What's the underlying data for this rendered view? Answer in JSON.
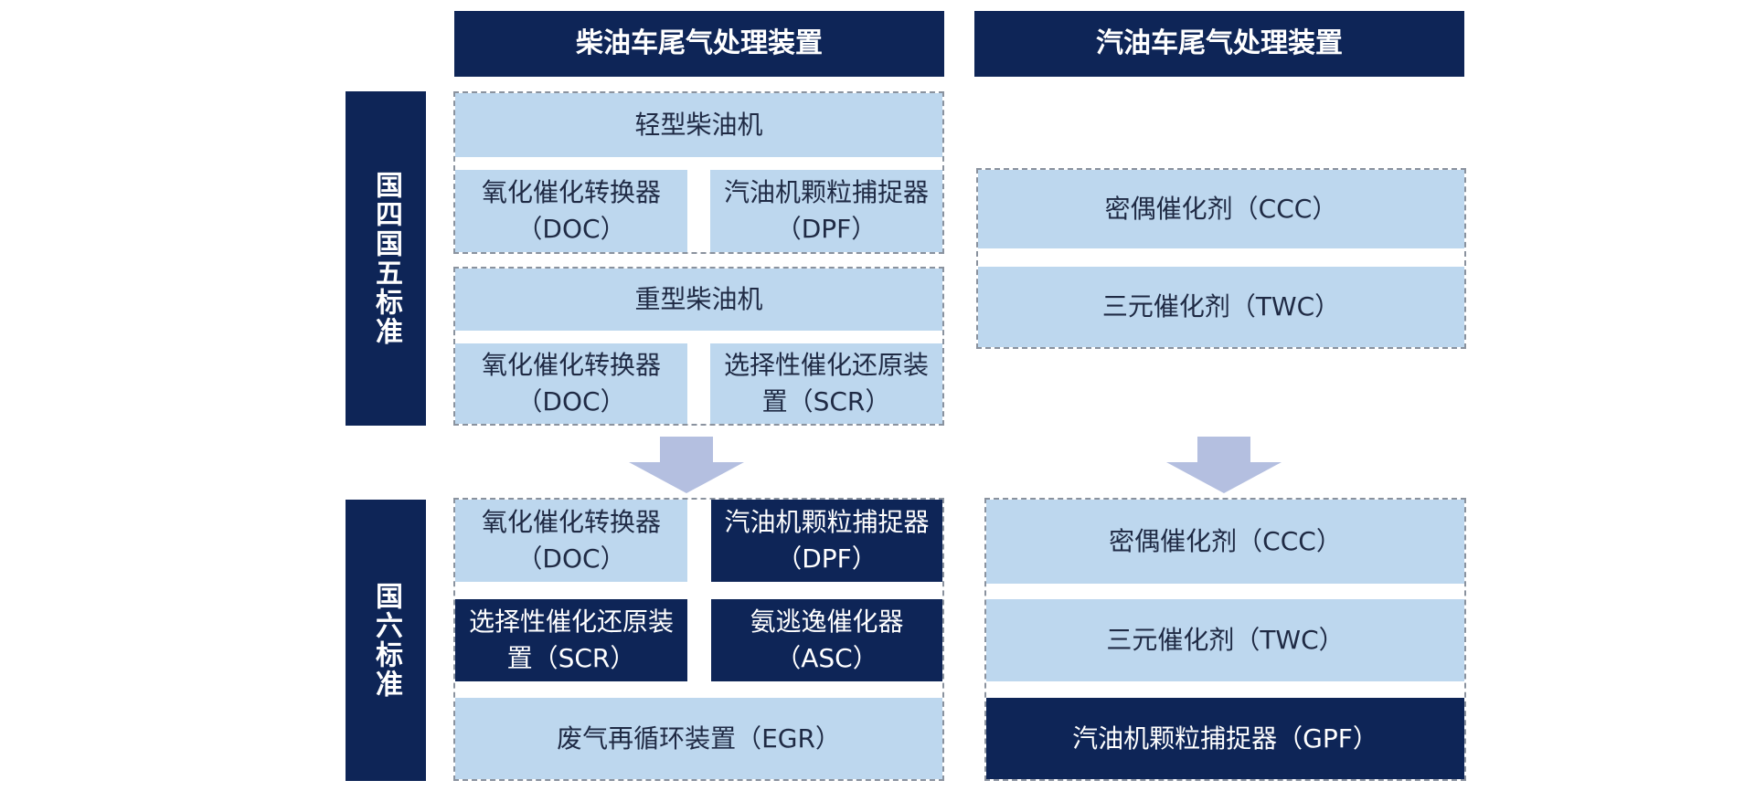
{
  "headers": {
    "diesel": "柴油车尾气处理装置",
    "gasoline": "汽油车尾气处理装置"
  },
  "side_labels": {
    "stage45": "国四国五标准",
    "stage6": "国六标准"
  },
  "diesel_stage45": {
    "light_title": "轻型柴油机",
    "light_doc": "氧化催化转换器（DOC）",
    "light_dpf": "汽油机颗粒捕捉器（DPF）",
    "heavy_title": "重型柴油机",
    "heavy_doc": "氧化催化转换器（DOC）",
    "heavy_scr": "选择性催化还原装置（SCR）"
  },
  "gasoline_stage45": {
    "ccc": "密偶催化剂（CCC）",
    "twc": "三元催化剂（TWC）"
  },
  "diesel_stage6": {
    "doc": "氧化催化转换器（DOC）",
    "dpf": "汽油机颗粒捕捉器（DPF）",
    "scr": "选择性催化还原装置（SCR）",
    "asc": "氨逃逸催化器（ASC）",
    "egr": "废气再循环装置（EGR）"
  },
  "gasoline_stage6": {
    "ccc": "密偶催化剂（CCC）",
    "twc": "三元催化剂（TWC）",
    "gpf": "汽油机颗粒捕捉器（GPF）"
  },
  "colors": {
    "dark": "#0e2557",
    "light": "#bdd7ee",
    "arrow": "#b4bfe0"
  }
}
